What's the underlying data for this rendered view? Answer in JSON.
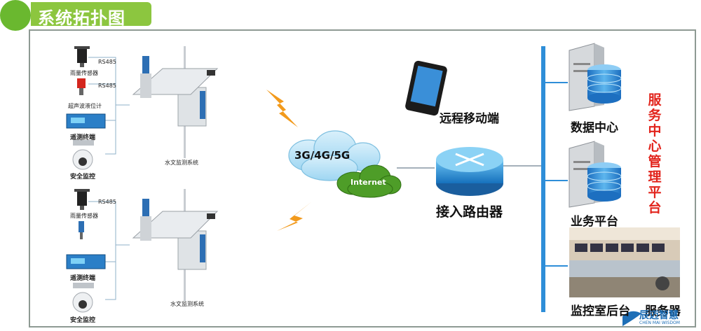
{
  "header": {
    "title": "系统拓扑图"
  },
  "stations": [
    {
      "sensor1": "雨量传感器",
      "rs485_1": "RS485",
      "sensor2": "超声波液位计",
      "rs485_2": "RS485",
      "terminal": "遥测终端",
      "camera": "安全监控",
      "system": "水文监测系统"
    },
    {
      "sensor1": "雨量传感器",
      "rs485_1": "RS485",
      "terminal": "遥测终端",
      "camera": "安全监控",
      "system": "水文监测系统"
    }
  ],
  "network": {
    "cloud_label": "3G/4G/5G",
    "internet_label": "Internet",
    "mobile_label": "远程移动端",
    "router_label": "接入路由器"
  },
  "platform": {
    "data_center": "数据中心",
    "business": "业务平台",
    "monitor_room": "监控室后台",
    "server": "服务器",
    "side_title": "服务中心管理平台"
  },
  "logo": {
    "text": "辰迈智慧",
    "subtext": "CHEN MAI WISDOM"
  },
  "colors": {
    "green": "#8cc63f",
    "red": "#e2241c",
    "blue": "#2d8fd6",
    "bolt": "#f29a1c"
  }
}
